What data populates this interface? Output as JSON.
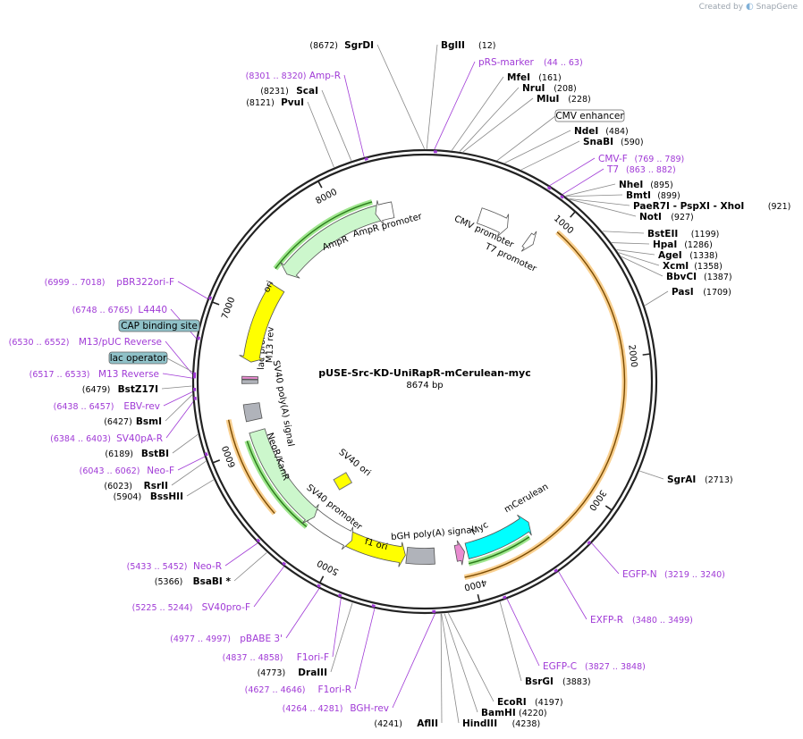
{
  "credit": {
    "created_by": "Created by",
    "brand": "SnapGene"
  },
  "plasmid": {
    "name": "pUSE-Src-KD-UniRapR-mCerulean-myc",
    "size": "8674 bp",
    "length": 8674
  },
  "ticks": [
    {
      "bp": 1000,
      "label": "1000"
    },
    {
      "bp": 2000,
      "label": "2000"
    },
    {
      "bp": 3000,
      "label": "3000"
    },
    {
      "bp": 4000,
      "label": "4000"
    },
    {
      "bp": 5000,
      "label": "5000"
    },
    {
      "bp": 6000,
      "label": "6000"
    },
    {
      "bp": 7000,
      "label": "7000"
    },
    {
      "bp": 8000,
      "label": "8000"
    }
  ],
  "enzymes": [
    {
      "name": "SgrDI",
      "pos": "(8672)",
      "bp": 8672,
      "side": "left"
    },
    {
      "name": "BglII",
      "pos": "(12)",
      "bp": 12,
      "side": "right"
    },
    {
      "name": "MfeI",
      "pos": "(161)",
      "bp": 161,
      "side": "right"
    },
    {
      "name": "NruI",
      "pos": "(208)",
      "bp": 208,
      "side": "right"
    },
    {
      "name": "MluI",
      "pos": "(228)",
      "bp": 228,
      "side": "right"
    },
    {
      "name": "NdeI",
      "pos": "(484)",
      "bp": 484,
      "side": "right"
    },
    {
      "name": "SnaBI",
      "pos": "(590)",
      "bp": 590,
      "side": "right"
    },
    {
      "name": "NheI",
      "pos": "(895)",
      "bp": 895,
      "side": "right"
    },
    {
      "name": "BmtI",
      "pos": "(899)",
      "bp": 899,
      "side": "right"
    },
    {
      "name": "PaeR7I - PspXI - XhoI",
      "pos": "(921)",
      "bp": 921,
      "side": "right"
    },
    {
      "name": "NotI",
      "pos": "(927)",
      "bp": 927,
      "side": "right"
    },
    {
      "name": "BstEII",
      "pos": "(1199)",
      "bp": 1199,
      "side": "right"
    },
    {
      "name": "HpaI",
      "pos": "(1286)",
      "bp": 1286,
      "side": "right"
    },
    {
      "name": "AgeI",
      "pos": "(1338)",
      "bp": 1338,
      "side": "right"
    },
    {
      "name": "XcmI",
      "pos": "(1358)",
      "bp": 1358,
      "side": "right"
    },
    {
      "name": "BbvCI",
      "pos": "(1387)",
      "bp": 1387,
      "side": "right"
    },
    {
      "name": "PasI",
      "pos": "(1709)",
      "bp": 1709,
      "side": "right"
    },
    {
      "name": "SgrAI",
      "pos": "(2713)",
      "bp": 2713,
      "side": "right"
    },
    {
      "name": "BsrGI",
      "pos": "(3883)",
      "bp": 3883,
      "side": "right"
    },
    {
      "name": "EcoRI",
      "pos": "(4197)",
      "bp": 4197,
      "side": "right"
    },
    {
      "name": "BamHI",
      "pos": "(4220)",
      "bp": 4220,
      "side": "right"
    },
    {
      "name": "HindIII",
      "pos": "(4238)",
      "bp": 4238,
      "side": "right"
    },
    {
      "name": "AflII",
      "pos": "(4241)",
      "bp": 4241,
      "side": "left"
    },
    {
      "name": "DraIII",
      "pos": "(4773)",
      "bp": 4773,
      "side": "left"
    },
    {
      "name": "BsaBI *",
      "pos": "(5366)",
      "bp": 5366,
      "side": "left"
    },
    {
      "name": "BssHII",
      "pos": "(5904)",
      "bp": 5904,
      "side": "left"
    },
    {
      "name": "RsrII",
      "pos": "(6023)",
      "bp": 6023,
      "side": "left"
    },
    {
      "name": "BstBI",
      "pos": "(6189)",
      "bp": 6189,
      "side": "left"
    },
    {
      "name": "BsmI",
      "pos": "(6427)",
      "bp": 6427,
      "side": "left"
    },
    {
      "name": "BstZ17I",
      "pos": "(6479)",
      "bp": 6479,
      "side": "left"
    },
    {
      "name": "PvuI",
      "pos": "(8121)",
      "bp": 8121,
      "side": "left"
    },
    {
      "name": "ScaI",
      "pos": "(8231)",
      "bp": 8231,
      "side": "left"
    }
  ],
  "primers": [
    {
      "name": "pRS-marker",
      "range": "(44 .. 63)",
      "bp": 54,
      "side": "right"
    },
    {
      "name": "CMV-F",
      "range": "(769 .. 789)",
      "bp": 779,
      "side": "right"
    },
    {
      "name": "T7",
      "range": "(863 .. 882)",
      "bp": 872,
      "side": "right"
    },
    {
      "name": "EGFP-N",
      "range": "(3219 .. 3240)",
      "bp": 3230,
      "side": "right"
    },
    {
      "name": "EXFP-R",
      "range": "(3480 .. 3499)",
      "bp": 3490,
      "side": "right"
    },
    {
      "name": "EGFP-C",
      "range": "(3827 .. 3848)",
      "bp": 3838,
      "side": "right"
    },
    {
      "name": "BGH-rev",
      "range": "(4264 .. 4281)",
      "bp": 4272,
      "side": "left"
    },
    {
      "name": "F1ori-R",
      "range": "(4627 .. 4646)",
      "bp": 4637,
      "side": "left"
    },
    {
      "name": "F1ori-F",
      "range": "(4837 .. 4858)",
      "bp": 4848,
      "side": "left"
    },
    {
      "name": "pBABE 3'",
      "range": "(4977 .. 4997)",
      "bp": 4987,
      "side": "left"
    },
    {
      "name": "SV40pro-F",
      "range": "(5225 .. 5244)",
      "bp": 5235,
      "side": "left"
    },
    {
      "name": "Neo-R",
      "range": "(5433 .. 5452)",
      "bp": 5443,
      "side": "left"
    },
    {
      "name": "Neo-F",
      "range": "(6043 .. 6062)",
      "bp": 6052,
      "side": "left"
    },
    {
      "name": "SV40pA-R",
      "range": "(6384 .. 6403)",
      "bp": 6394,
      "side": "left"
    },
    {
      "name": "EBV-rev",
      "range": "(6438 .. 6457)",
      "bp": 6448,
      "side": "left"
    },
    {
      "name": "M13 Reverse",
      "range": "(6517 .. 6533)",
      "bp": 6525,
      "side": "left"
    },
    {
      "name": "M13/pUC Reverse",
      "range": "(6530 .. 6552)",
      "bp": 6541,
      "side": "left"
    },
    {
      "name": "L4440",
      "range": "(6748 .. 6765)",
      "bp": 6757,
      "side": "left"
    },
    {
      "name": "pBR322ori-F",
      "range": "(6999 .. 7018)",
      "bp": 7008,
      "side": "left"
    },
    {
      "name": "Amp-R",
      "range": "(8301 .. 8320)",
      "bp": 8310,
      "side": "left"
    }
  ],
  "boxed_features": [
    {
      "name": "CMV enhancer",
      "style": "white",
      "bp": 430
    },
    {
      "name": "CAP binding site",
      "style": "teal",
      "bp": 6640
    },
    {
      "name": "lac operator",
      "style": "teal",
      "bp": 6560
    }
  ],
  "features": [
    {
      "name": "CMV promoter",
      "start": 440,
      "end": 640,
      "dir": "cw",
      "color": "#ffffff",
      "kind": "arrow"
    },
    {
      "name": "T7 promoter",
      "start": 862,
      "end": 882,
      "dir": "cw",
      "color": "#ffffff",
      "kind": "arrow"
    },
    {
      "name": "mCerulean",
      "start": 3500,
      "end": 4000,
      "dir": "ccw",
      "color": "#00ffff",
      "kind": "arrow"
    },
    {
      "name": "Myc",
      "start": 4060,
      "end": 4090,
      "dir": "ccw",
      "color": "#e98bd0",
      "kind": "arrow"
    },
    {
      "name": "bGH poly(A) signal",
      "start": 4260,
      "end": 4480,
      "dir": "none",
      "color": "#b0b3ba",
      "kind": "box"
    },
    {
      "name": "f1 ori",
      "start": 4530,
      "end": 4960,
      "dir": "ccw",
      "color": "#ffff00",
      "kind": "arrow"
    },
    {
      "name": "SV40 promoter",
      "start": 4970,
      "end": 5300,
      "dir": "ccw",
      "color": "#ffffff",
      "kind": "arrow"
    },
    {
      "name": "NeoR/KanR",
      "start": 5320,
      "end": 6110,
      "dir": "ccw",
      "color": "#ccf7cc",
      "kind": "arrow"
    },
    {
      "name": "SV40 ori",
      "start": 0,
      "end": 0,
      "dir": "none",
      "color": "#ffff00",
      "kind": "small"
    },
    {
      "name": "SV40 poly(A) signal",
      "start": 6200,
      "end": 6330,
      "dir": "none",
      "color": "#b0b3ba",
      "kind": "box"
    },
    {
      "name": "lac promoter",
      "start": 6490,
      "end": 6520,
      "dir": "none",
      "color": "#b0b3ba",
      "kind": "box"
    },
    {
      "name": "M13 rev",
      "start": 6525,
      "end": 6545,
      "dir": "none",
      "color": "#e98bd0",
      "kind": "box"
    },
    {
      "name": "ori",
      "start": 6700,
      "end": 7290,
      "dir": "ccw",
      "color": "#ffff00",
      "kind": "arrow"
    },
    {
      "name": "AmpR",
      "start": 7460,
      "end": 8320,
      "dir": "ccw",
      "color": "#ccf7cc",
      "kind": "arrow"
    },
    {
      "name": "AmpR promoter",
      "start": 8320,
      "end": 8420,
      "dir": "ccw",
      "color": "#ffffff",
      "kind": "arrow"
    }
  ],
  "orfs": [
    {
      "start": 1000,
      "end": 4060,
      "dir": "ccw",
      "color": "#f7c06b"
    },
    {
      "start": 3520,
      "end": 4010,
      "dir": "cw",
      "color": "#7ede67"
    },
    {
      "start": 5280,
      "end": 6060,
      "dir": "ccw",
      "color": "#7ede67"
    },
    {
      "start": 5510,
      "end": 6240,
      "dir": "cw",
      "color": "#f7c06b"
    },
    {
      "start": 7400,
      "end": 8280,
      "dir": "ccw",
      "color": "#7ede67"
    }
  ]
}
